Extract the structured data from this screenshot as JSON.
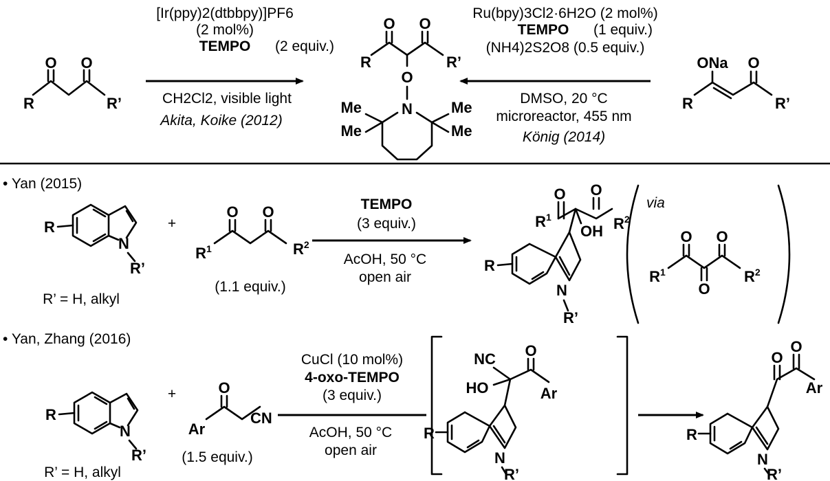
{
  "reaction1": {
    "catalyst": "[Ir(ppy)2(dtbbpy)]PF6",
    "loading": "(2 mol%)",
    "oxidant": "TEMPO",
    "oxidant_amount": "(2 equiv.)",
    "conditions": "CH2Cl2, visible light",
    "reference": "Akita, Koike (2012)"
  },
  "reaction2": {
    "catalyst": "Ru(bpy)3Cl2·6H2O (2 mol%)",
    "oxidant": "TEMPO",
    "oxidant_amount": "(1 equiv.)",
    "additive": "(NH4)2S2O8 (0.5 equiv.)",
    "solvent": "DMSO, 20 °C",
    "setup": "microreactor, 455 nm",
    "reference": "König (2014)"
  },
  "section1": {
    "header": "Yan (2015)",
    "r_note": "R’ = H, alkyl",
    "plus": "+",
    "diketone_equiv": "(1.1 equiv.)",
    "reagent": "TEMPO",
    "reagent_amount": "(3 equiv.)",
    "conditions": "AcOH, 50 °C",
    "atmosphere": "open air",
    "via": "via"
  },
  "section2": {
    "header": "Yan, Zhang (2016)",
    "r_note": "R’ = H, alkyl",
    "plus": "+",
    "nitrile_equiv": "(1.5 equiv.)",
    "catalyst": "CuCl (10 mol%)",
    "reagent": "4-oxo-TEMPO",
    "reagent_amount": "(3 equiv.)",
    "conditions": "AcOH, 50 °C",
    "atmosphere": "open air"
  },
  "labels": {
    "O": "O",
    "R": "R",
    "Rp": "R’",
    "N": "N",
    "Me": "Me",
    "ONa": "ONa",
    "OH": "OH",
    "HO": "HO",
    "NC": "NC",
    "Ar": "Ar",
    "CN": "CN",
    "R1": "R",
    "R2": "R",
    "sup1": "1",
    "sup2": "2"
  }
}
